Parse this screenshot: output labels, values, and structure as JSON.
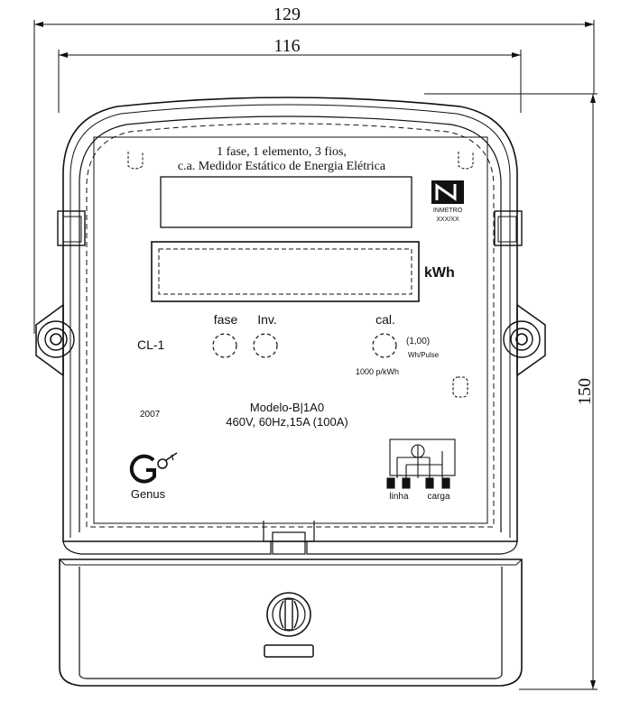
{
  "dimensions": {
    "overall_width": "129",
    "inner_width": "116",
    "height": "150"
  },
  "meter": {
    "header_line1": "1 fase, 1 elemento, 3 fios,",
    "header_line2": "c.a. Medidor Estático de Energia Elétrica",
    "unit": "kWh",
    "class_label": "CL-1",
    "fase_label": "fase",
    "inv_label": "Inv.",
    "cal_label": "cal.",
    "pulse_value": "(1,00)",
    "pulse_unit": "Wh/Pulse",
    "pulse_rate": "1000 p/kWh",
    "year": "2007",
    "model": "Modelo-B|1A0",
    "ratings": "460V, 60Hz,15A (100A)",
    "brand": "Genus",
    "logo_sub_top": "INMETRO",
    "logo_sub_bottom": "XXX/XX",
    "wiring_linha": "linha",
    "wiring_carga": "carga"
  }
}
